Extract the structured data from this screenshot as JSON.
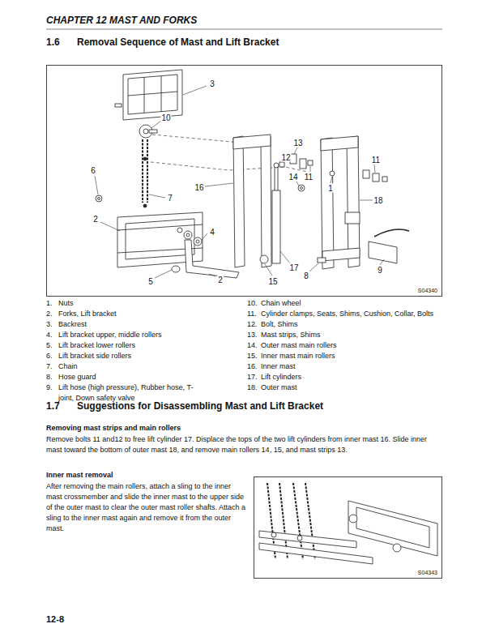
{
  "diagram": {
    "title": "CHAPTER 12 MAST AND FORKS",
    "nodes": [
      {
        "text": [
          "S04340"
        ]
      },
      {
        "text": [
          "S04343"
        ]
      }
    ],
    "labels": [
      "1.6",
      "Removal Sequence of Mast and Lift Bracket",
      "3",
      "10",
      "13",
      "12",
      "11",
      "14",
      "11",
      "6",
      "16",
      "1",
      "7",
      "18",
      "2",
      "4",
      "17",
      "8",
      "9",
      "5",
      "2",
      "15",
      "1.",
      "Nuts",
      "2.",
      "Forks, Lift bracket",
      "3.",
      "Backrest",
      "4.",
      "Lift bracket upper, middle rollers",
      "5.",
      "Lift bracket lower rollers",
      "6.",
      "Lift bracket side rollers",
      "7.",
      "Chain",
      "8.",
      "Hose guard",
      "9.",
      "Lift hose (high pressure), Rubber hose, T-joint, Down safety valve",
      "10.",
      "Chain wheel",
      "11.",
      "Cylinder clamps, Seats, Shims, Cushion, Collar, Bolts",
      "12.",
      "Bolt, Shims",
      "13.",
      "Mast strips, Shims",
      "14.",
      "Outer mast main rollers",
      "15.",
      "Inner mast main rollers",
      "16.",
      "Inner mast",
      "17.",
      "Lift cylinders",
      "18.",
      "Outer mast",
      "1.7",
      "Suggestions for Disassembling Mast and Lift Bracket",
      "Removing mast strips and main rollers",
      "Remove bolts 11 and12 to free lift cylinder 17. Displace the tops of the two lift cylinders from inner mast 16. Slide inner mast toward the bottom of outer mast 18, and remove main rollers 14, 15, and mast strips 13.",
      "Inner mast removal",
      "After removing the main rollers, attach a sling to the inner mast crossmember and slide the inner mast to the upper side of the outer mast to clear the outer mast roller shafts. Attach a sling to the inner mast again and remove it from the outer mast.",
      "12-8"
    ]
  }
}
